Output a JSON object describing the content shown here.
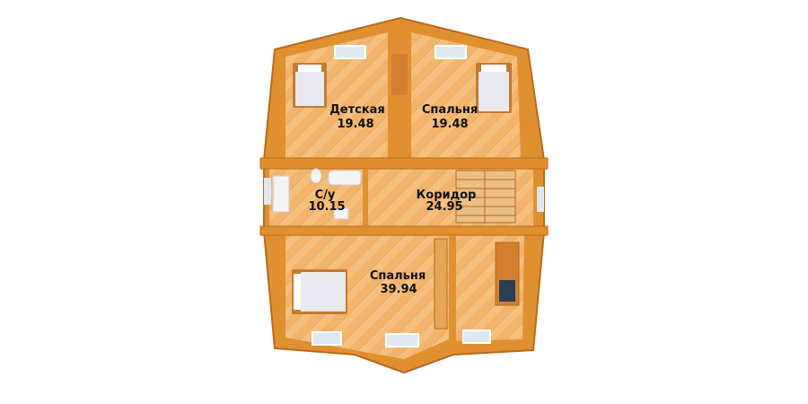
{
  "colors": {
    "wall": "#e0902e",
    "wall_dark": "#b86a1c",
    "floor": "#f2b36a",
    "floor_light": "#f7c98e",
    "floor_line": "#d99a55",
    "window": "#dfe8f0",
    "bed_sheet": "#e8e8ee",
    "bed_frame": "#c47a2e",
    "fixture": "#f4f4f4",
    "label": "#111111"
  },
  "rooms": [
    {
      "id": "kids",
      "name": "Детская",
      "area": "19.48"
    },
    {
      "id": "bedroom-top-right",
      "name": "Спальня",
      "area": "19.48"
    },
    {
      "id": "bathroom",
      "name": "С/у",
      "area": "10.15"
    },
    {
      "id": "corridor",
      "name": "Коридор",
      "area": "24.95"
    },
    {
      "id": "bedroom-bottom",
      "name": "Спальня",
      "area": "39.94"
    }
  ]
}
